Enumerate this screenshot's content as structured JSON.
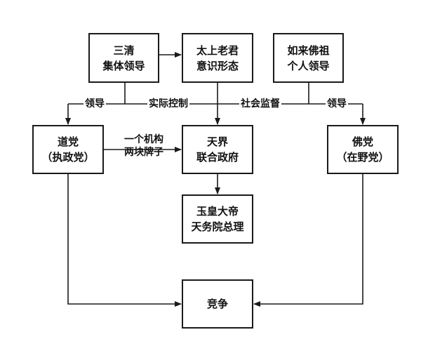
{
  "nodes": {
    "sanqing": [
      "三清",
      "集体领导"
    ],
    "taishang": [
      "太上老君",
      "意识形态"
    ],
    "rulai": [
      "如来佛祖",
      "个人领导"
    ],
    "daodang": [
      "道党",
      "（执政党）"
    ],
    "tianjie": [
      "天界",
      "联合政府"
    ],
    "fodang": [
      "佛党",
      "（在野党）"
    ],
    "yuhuang": [
      "玉皇大帝",
      "天务院总理"
    ],
    "jingzheng": [
      "竞争"
    ]
  },
  "edge_labels": {
    "lead_left": "领导",
    "actual_control": "实际控制",
    "social_supervision": "社会监督",
    "lead_right": "领导",
    "one_org": [
      "一个机构",
      "两块牌子"
    ]
  }
}
